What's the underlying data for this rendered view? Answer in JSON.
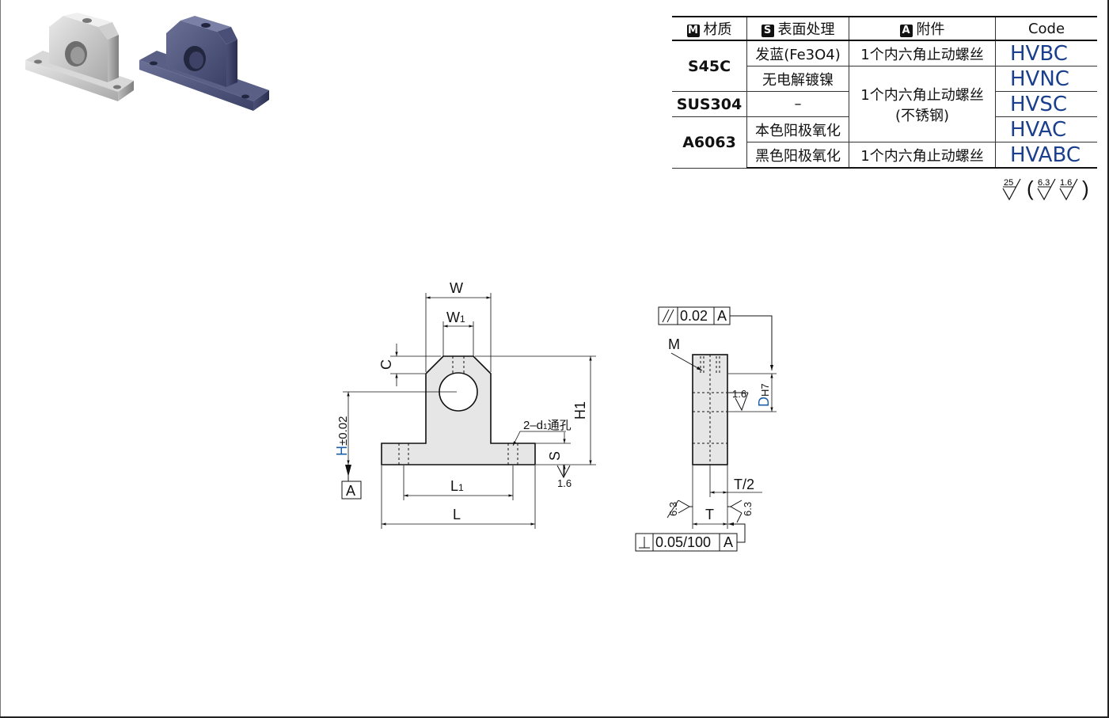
{
  "table": {
    "headers": {
      "material": {
        "badge": "M",
        "label": "材质"
      },
      "surface": {
        "badge": "S",
        "label": "表面处理"
      },
      "accessory": {
        "badge": "A",
        "label": "附件"
      },
      "code": "Code"
    },
    "materials": {
      "s45c": "S45C",
      "sus304": "SUS304",
      "a6063": "A6063"
    },
    "surfaces": {
      "blackening": "发蓝(Fe3O4)",
      "electroless": "无电解镀镍",
      "none": "–",
      "clear_anodize": "本色阳极氧化",
      "black_anodize": "黑色阳极氧化"
    },
    "accessories": {
      "setscrew": "1个内六角止动螺丝",
      "setscrew_stainless_line1": "1个内六角止动螺丝",
      "setscrew_stainless_line2": "(不锈钢)",
      "setscrew_last": "1个内六角止动螺丝"
    },
    "codes": [
      "HVBC",
      "HVNC",
      "HVSC",
      "HVAC",
      "HVABC"
    ]
  },
  "roughness": {
    "a": "25",
    "b": "6.3",
    "c": "1.6"
  },
  "drawing": {
    "labels": {
      "W": "W",
      "W1": "W",
      "W1_sub": "1",
      "C": "C",
      "H1": "H1",
      "H": "H",
      "H_tol": "±0.02",
      "S": "S",
      "L1": "L",
      "L1_sub": "1",
      "L": "L",
      "holes": "2–d",
      "holes_sub": "1",
      "holes_text": "通孔",
      "datum": "A",
      "rough_front": "1.6",
      "parallel_val": "0.02",
      "parallel_ref": "A",
      "M": "M",
      "D": "D",
      "D_tol": "H7",
      "rough_side": "1.6",
      "T_half": "T/2",
      "T": "T",
      "rough_left": "6.3",
      "rough_right": "6.3",
      "perp_val": "0.05/100",
      "perp_ref": "A"
    },
    "accent_color": "#1a5fa8"
  }
}
